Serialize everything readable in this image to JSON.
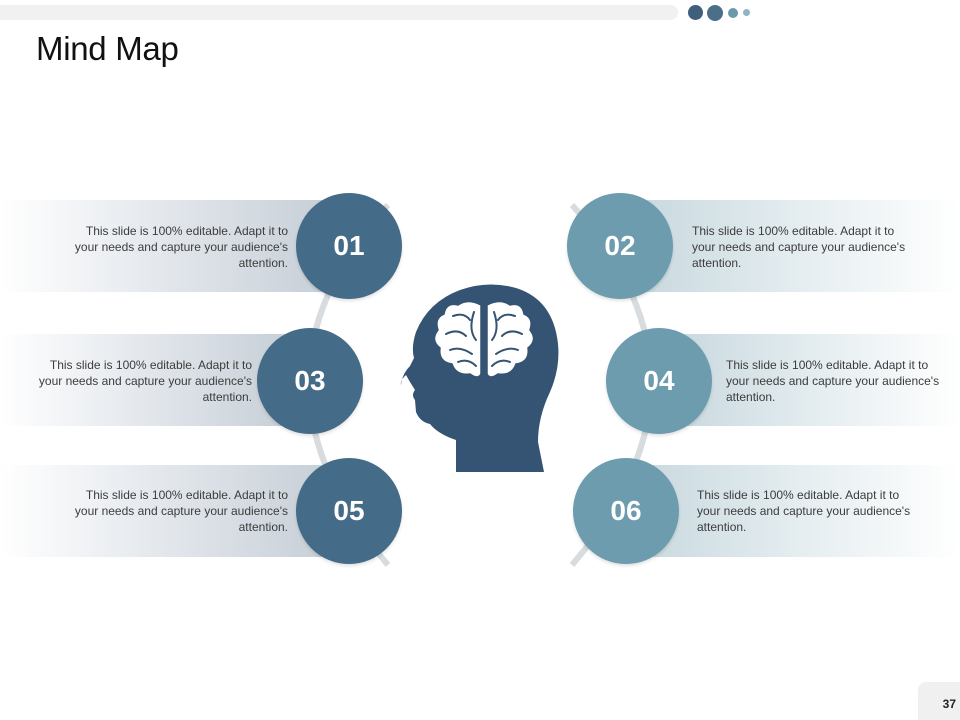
{
  "title": "Mind Map",
  "page_number": "37",
  "colors": {
    "dark_circle": "#446b87",
    "light_circle": "#6c9cae",
    "head": "#355372",
    "arc": "#d9dcdf"
  },
  "items": [
    {
      "number": "01",
      "text": "This slide is 100% editable. Adapt it to your needs and capture your audience's attention."
    },
    {
      "number": "02",
      "text": "This slide is 100% editable. Adapt it to your needs and capture your audience's attention."
    },
    {
      "number": "03",
      "text": "This slide is 100% editable. Adapt it to your needs and capture your audience's attention."
    },
    {
      "number": "04",
      "text": "This slide is 100% editable. Adapt it to your needs and capture your audience's attention."
    },
    {
      "number": "05",
      "text": "This slide is 100% editable. Adapt it to your needs and capture your audience's attention."
    },
    {
      "number": "06",
      "text": "This slide is 100% editable. Adapt it to your needs and capture your audience's attention."
    }
  ],
  "icons": {
    "center": "head-with-brain-icon"
  }
}
